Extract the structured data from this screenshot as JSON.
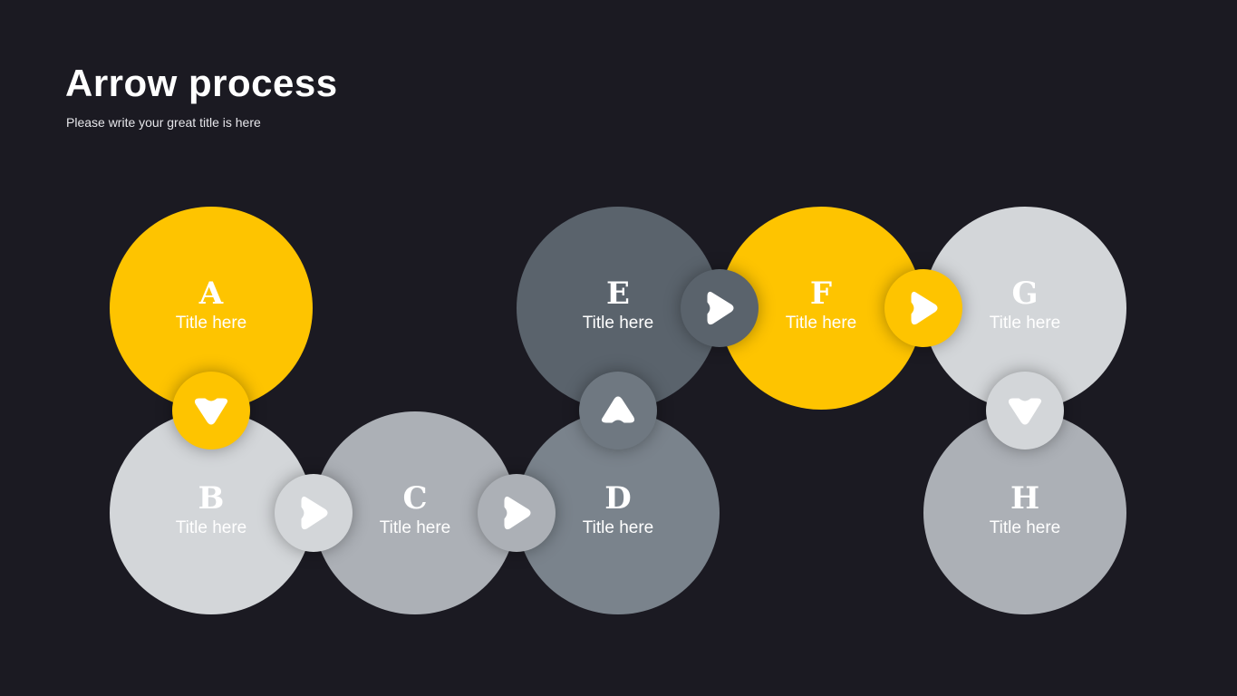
{
  "header": {
    "title": "Arrow process",
    "subtitle": "Please write your great title is here"
  },
  "nodes": [
    {
      "letter": "A",
      "label": "Title here",
      "color": "#fec400"
    },
    {
      "letter": "B",
      "label": "Title here",
      "color": "#d3d6d9"
    },
    {
      "letter": "C",
      "label": "Title here",
      "color": "#acb0b6"
    },
    {
      "letter": "D",
      "label": "Title here",
      "color": "#7a838c"
    },
    {
      "letter": "E",
      "label": "Title here",
      "color": "#5a636c"
    },
    {
      "letter": "F",
      "label": "Title here",
      "color": "#fec400"
    },
    {
      "letter": "G",
      "label": "Title here",
      "color": "#d3d6d9"
    },
    {
      "letter": "H",
      "label": "Title here",
      "color": "#acb0b6"
    }
  ],
  "connectors": [
    {
      "from": "A",
      "to": "B",
      "direction": "down",
      "color": "#fec400"
    },
    {
      "from": "B",
      "to": "C",
      "direction": "right",
      "color": "#d3d6d9"
    },
    {
      "from": "C",
      "to": "D",
      "direction": "right",
      "color": "#acb0b6"
    },
    {
      "from": "D",
      "to": "E",
      "direction": "up",
      "color": "#6f7881"
    },
    {
      "from": "E",
      "to": "F",
      "direction": "right",
      "color": "#5a636c"
    },
    {
      "from": "F",
      "to": "G",
      "direction": "right",
      "color": "#fec400"
    },
    {
      "from": "G",
      "to": "H",
      "direction": "down",
      "color": "#d3d6d9"
    }
  ]
}
